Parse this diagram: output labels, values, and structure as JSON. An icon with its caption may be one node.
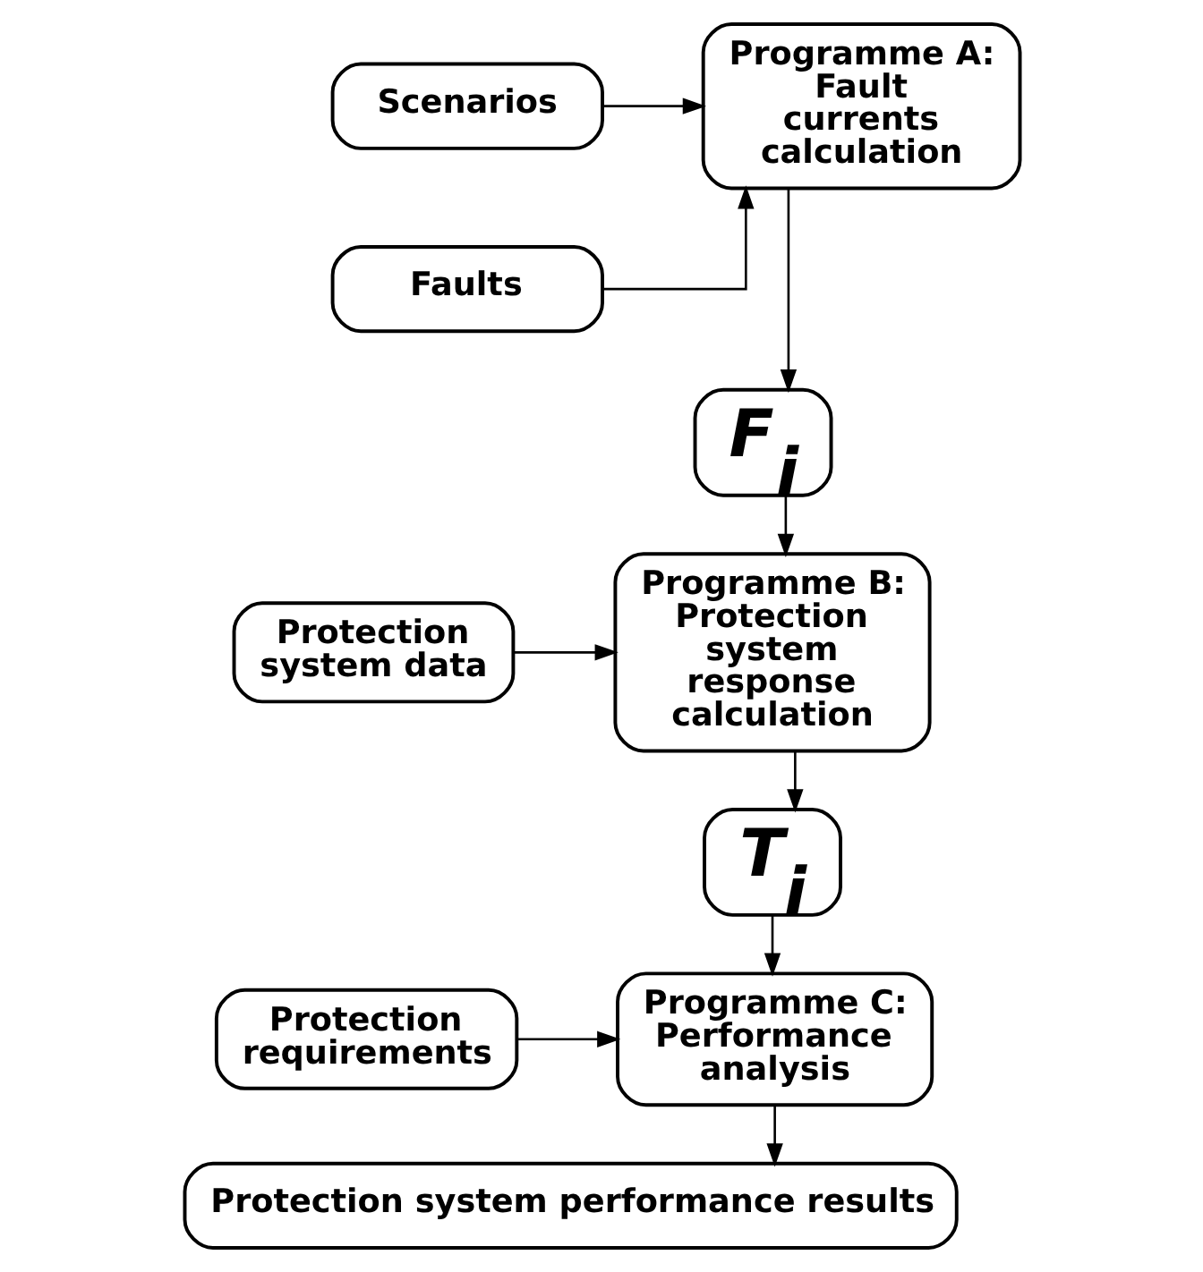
{
  "diagram": {
    "nodes": [
      {
        "text": [
          "Scenarios"
        ]
      },
      {
        "text": [
          "Faults"
        ]
      },
      {
        "text": [
          "Programme A: Fault currents calculation"
        ]
      },
      {
        "text": [
          "*F*$_{i}$"
        ]
      },
      {
        "text": [
          "Protection system data"
        ]
      },
      {
        "text": [
          "Programme B: Protection system response calculation"
        ]
      },
      {
        "text": [
          "*T*$_{i}$"
        ]
      },
      {
        "text": [
          "Protection requirements"
        ]
      },
      {
        "text": [
          "Programme C: Performance analysis"
        ]
      },
      {
        "text": [
          "Protection system performance results"
        ]
      }
    ],
    "edges": [
      {
        "from": 0,
        "to": 2,
        "arrow": "to"
      },
      {
        "from": 1,
        "to": 2,
        "arrow": "to"
      },
      {
        "from": 2,
        "to": 3,
        "arrow": "to"
      },
      {
        "from": 3,
        "to": 5,
        "arrow": "to"
      },
      {
        "from": 4,
        "to": 5,
        "arrow": "to"
      },
      {
        "from": 5,
        "to": 6,
        "arrow": "to"
      },
      {
        "from": 6,
        "to": 8,
        "arrow": "to"
      },
      {
        "from": 7,
        "to": 8,
        "arrow": "to"
      },
      {
        "from": 8,
        "to": 9,
        "arrow": "to"
      }
    ]
  }
}
